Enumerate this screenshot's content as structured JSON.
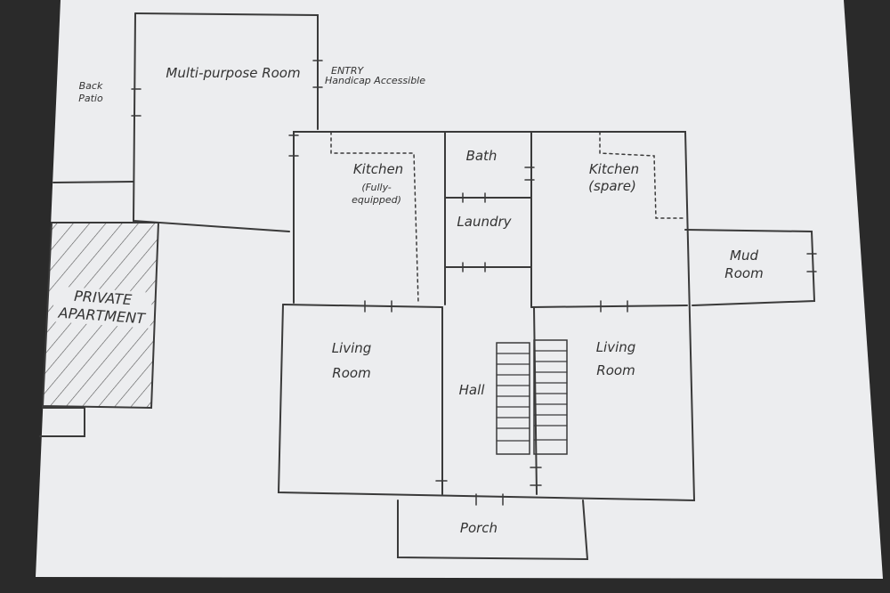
{
  "rooms": {
    "multipurpose": "Multi-purpose Room",
    "entry": "ENTRY",
    "entry_note": "Handicap Accessible",
    "back_patio": "Back Patio",
    "kitchen_main": "Kitchen",
    "kitchen_main_note": "(Fully-equipped)",
    "bath": "Bath",
    "laundry": "Laundry",
    "kitchen_spare": "Kitchen",
    "kitchen_spare_note": "(spare)",
    "mud_room": "Mud Room",
    "private_apartment": "PRIVATE APARTMENT",
    "living_left": "Living Room",
    "hall": "Hall",
    "living_right": "Living Room",
    "porch": "Porch"
  },
  "colors": {
    "paper": "#ecedef",
    "ink": "#3a3a3a",
    "background": "#2a2a2a"
  }
}
